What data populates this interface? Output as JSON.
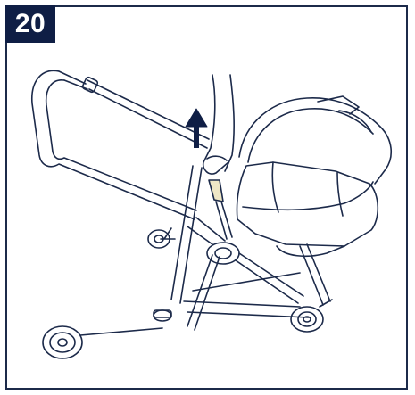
{
  "step": {
    "number": "20"
  },
  "illustration": {
    "subject": "stroller-frame-with-carrycot",
    "arrow_direction": "up",
    "colors": {
      "line": "#1c2a4a",
      "arrow": "#0f1e45",
      "badge": "#0f1e45",
      "highlight": "#efe7c6"
    }
  }
}
